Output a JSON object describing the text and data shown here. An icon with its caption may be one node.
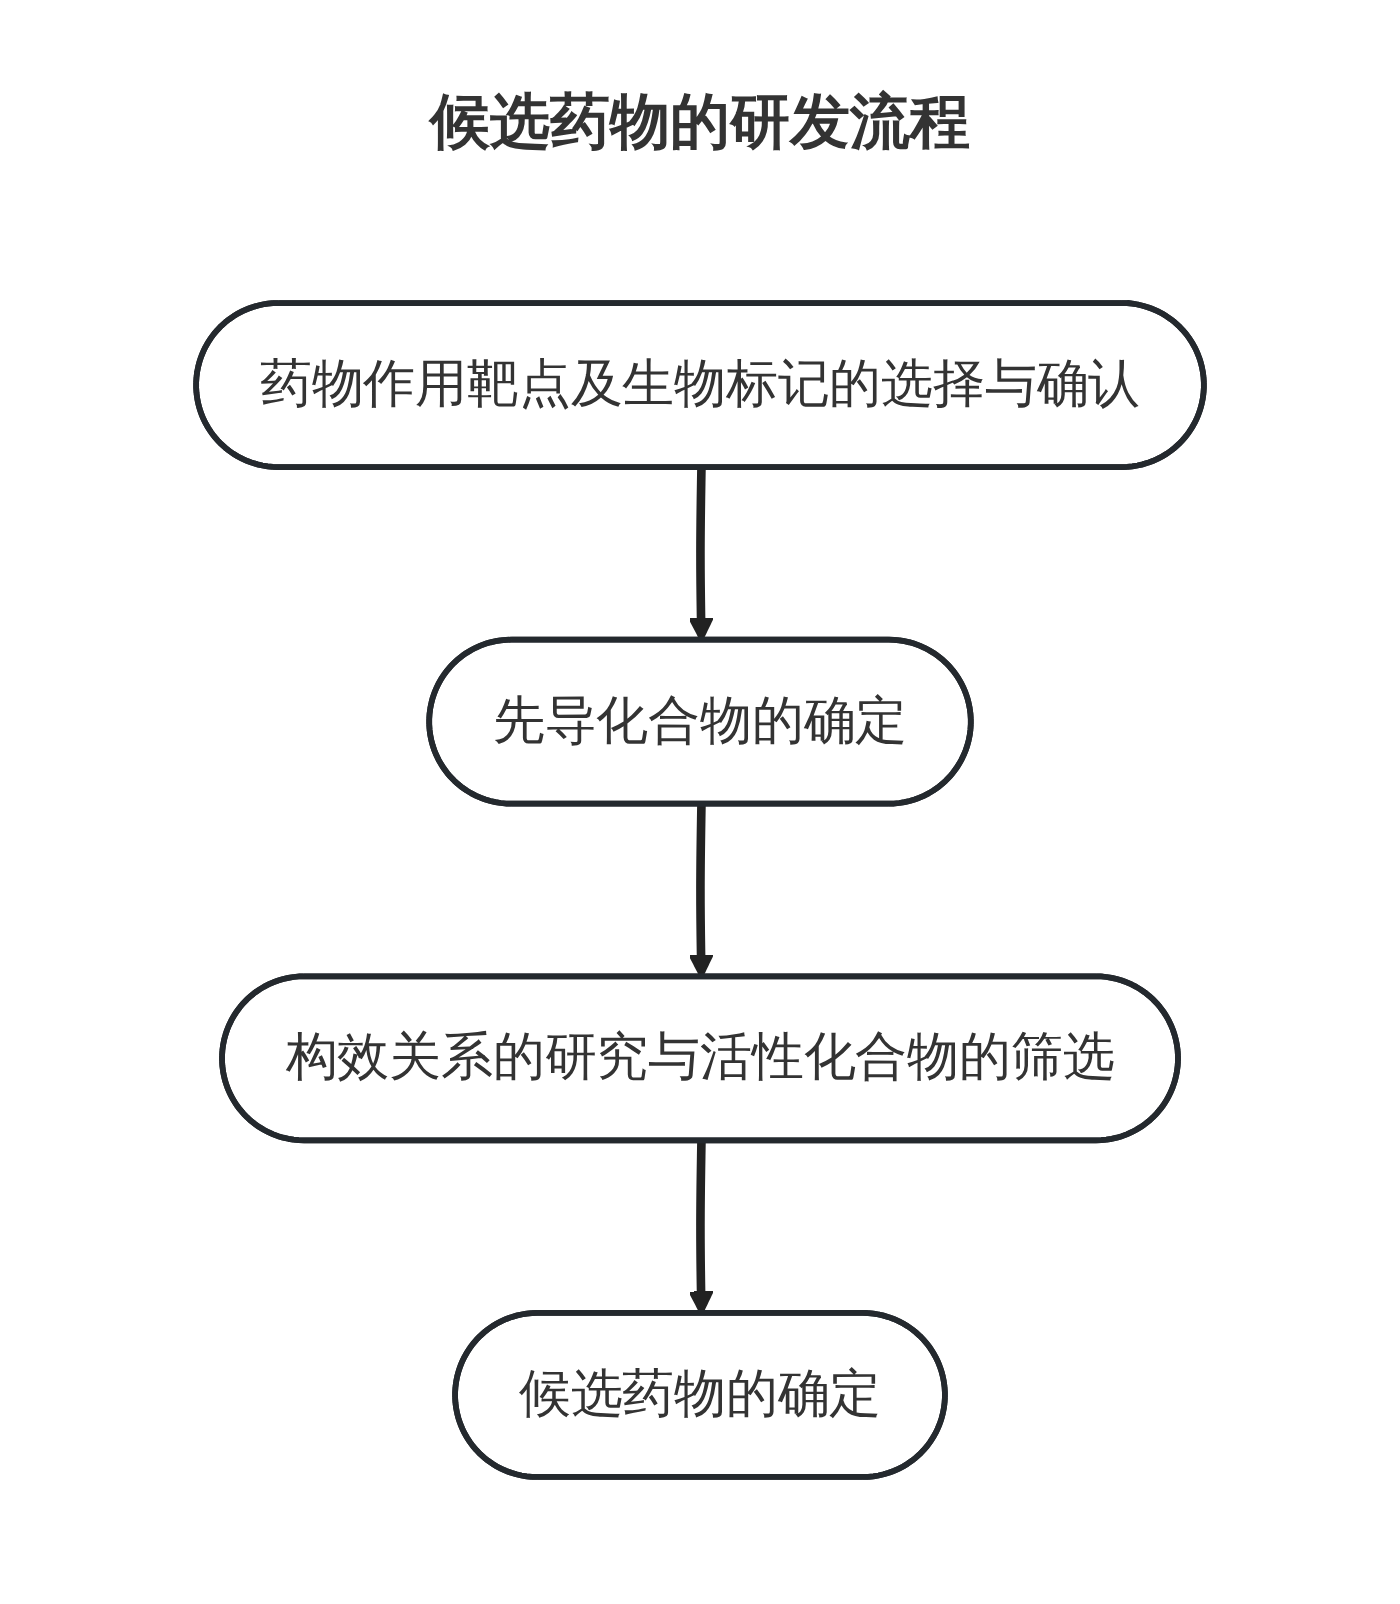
{
  "diagram": {
    "title": "候选药物的研发流程",
    "nodes": [
      {
        "text": [
          "药物作用靶点及生物标记的选择与确认"
        ]
      },
      {
        "text": [
          "先导化合物的确定"
        ]
      },
      {
        "text": [
          "构效关系的研究与活性化合物的筛选"
        ]
      },
      {
        "text": [
          "候选药物的确定"
        ]
      }
    ],
    "edges": [
      {
        "from": 0,
        "to": 1,
        "arrow": "to"
      },
      {
        "from": 1,
        "to": 2,
        "arrow": "to"
      },
      {
        "from": 2,
        "to": 3,
        "arrow": "to"
      }
    ]
  }
}
